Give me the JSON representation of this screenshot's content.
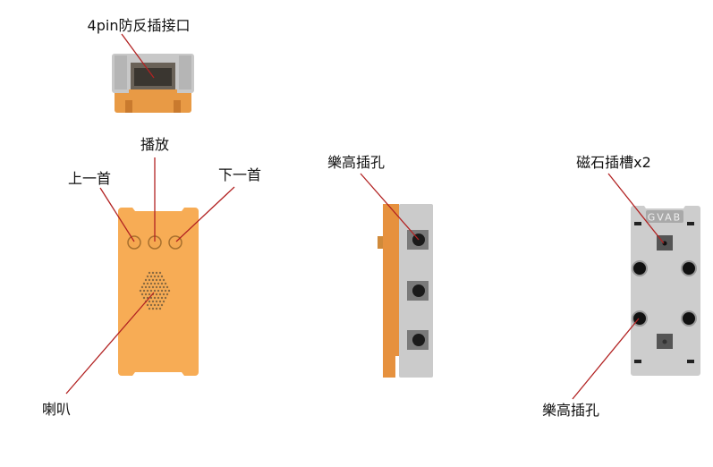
{
  "labels": {
    "connector": "4pin防反插接口",
    "play": "播放",
    "prev": "上一首",
    "next": "下一首",
    "speaker": "喇叭",
    "lego_side": "樂高插孔",
    "magnet": "磁石插槽x2",
    "lego_back": "樂高插孔"
  },
  "back_marking": "GVAB",
  "colors": {
    "orange": "#f5a54a",
    "gray": "#c9c9c9",
    "leader": "#b22222"
  }
}
